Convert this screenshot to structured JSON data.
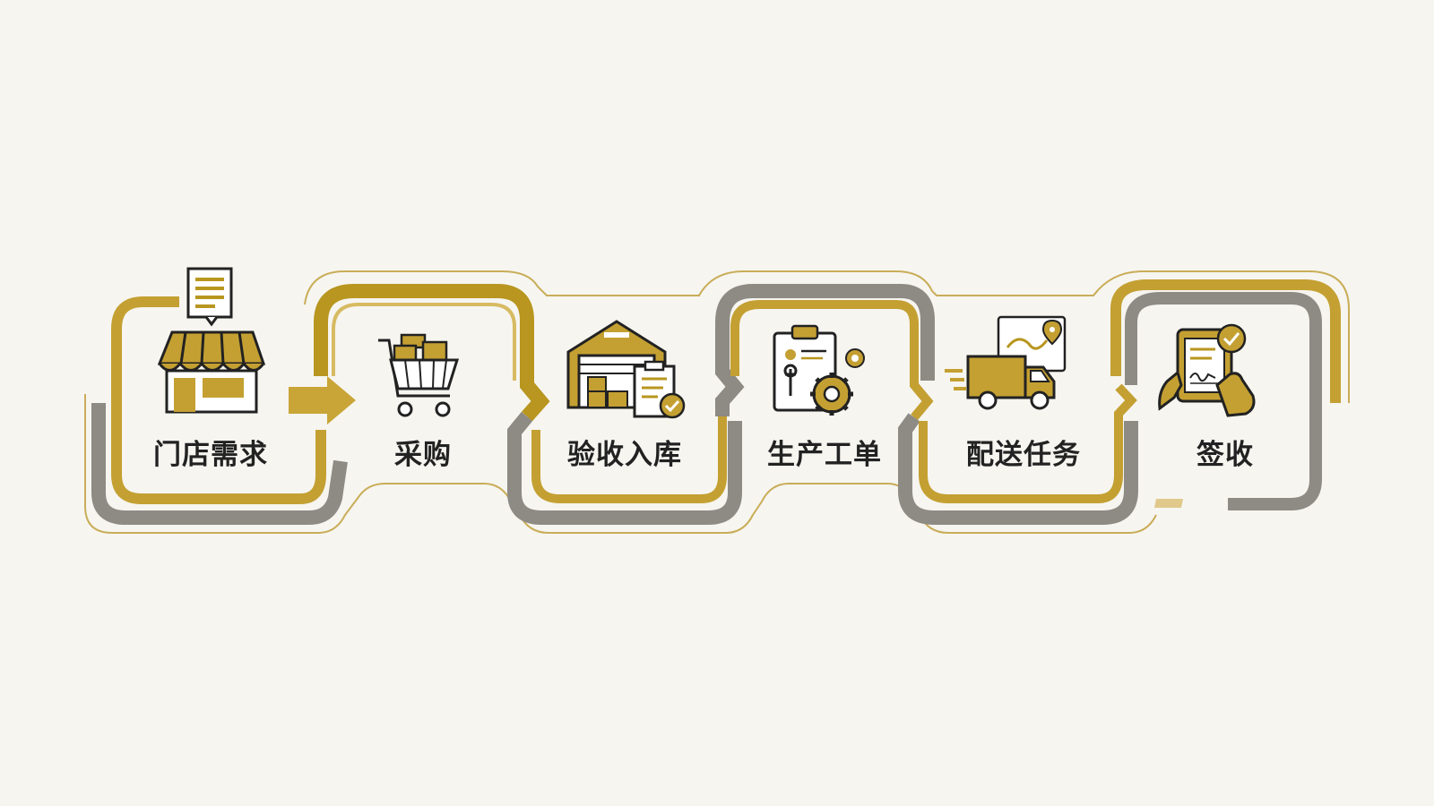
{
  "colors": {
    "background": "#f6f5f0",
    "gold": "#b8961f",
    "gold_dark": "#8a6d12",
    "gray": "#8e8a84",
    "text": "#222222",
    "card_fill": "#ffffff"
  },
  "steps": [
    {
      "label": "门店需求",
      "icon": "storefront-with-order-icon"
    },
    {
      "label": "采购",
      "icon": "shopping-cart-icon"
    },
    {
      "label": "验收入库",
      "icon": "warehouse-checklist-icon"
    },
    {
      "label": "生产工单",
      "icon": "work-order-gears-icon"
    },
    {
      "label": "配送任务",
      "icon": "delivery-truck-map-icon"
    },
    {
      "label": "签收",
      "icon": "tablet-signature-icon"
    }
  ]
}
